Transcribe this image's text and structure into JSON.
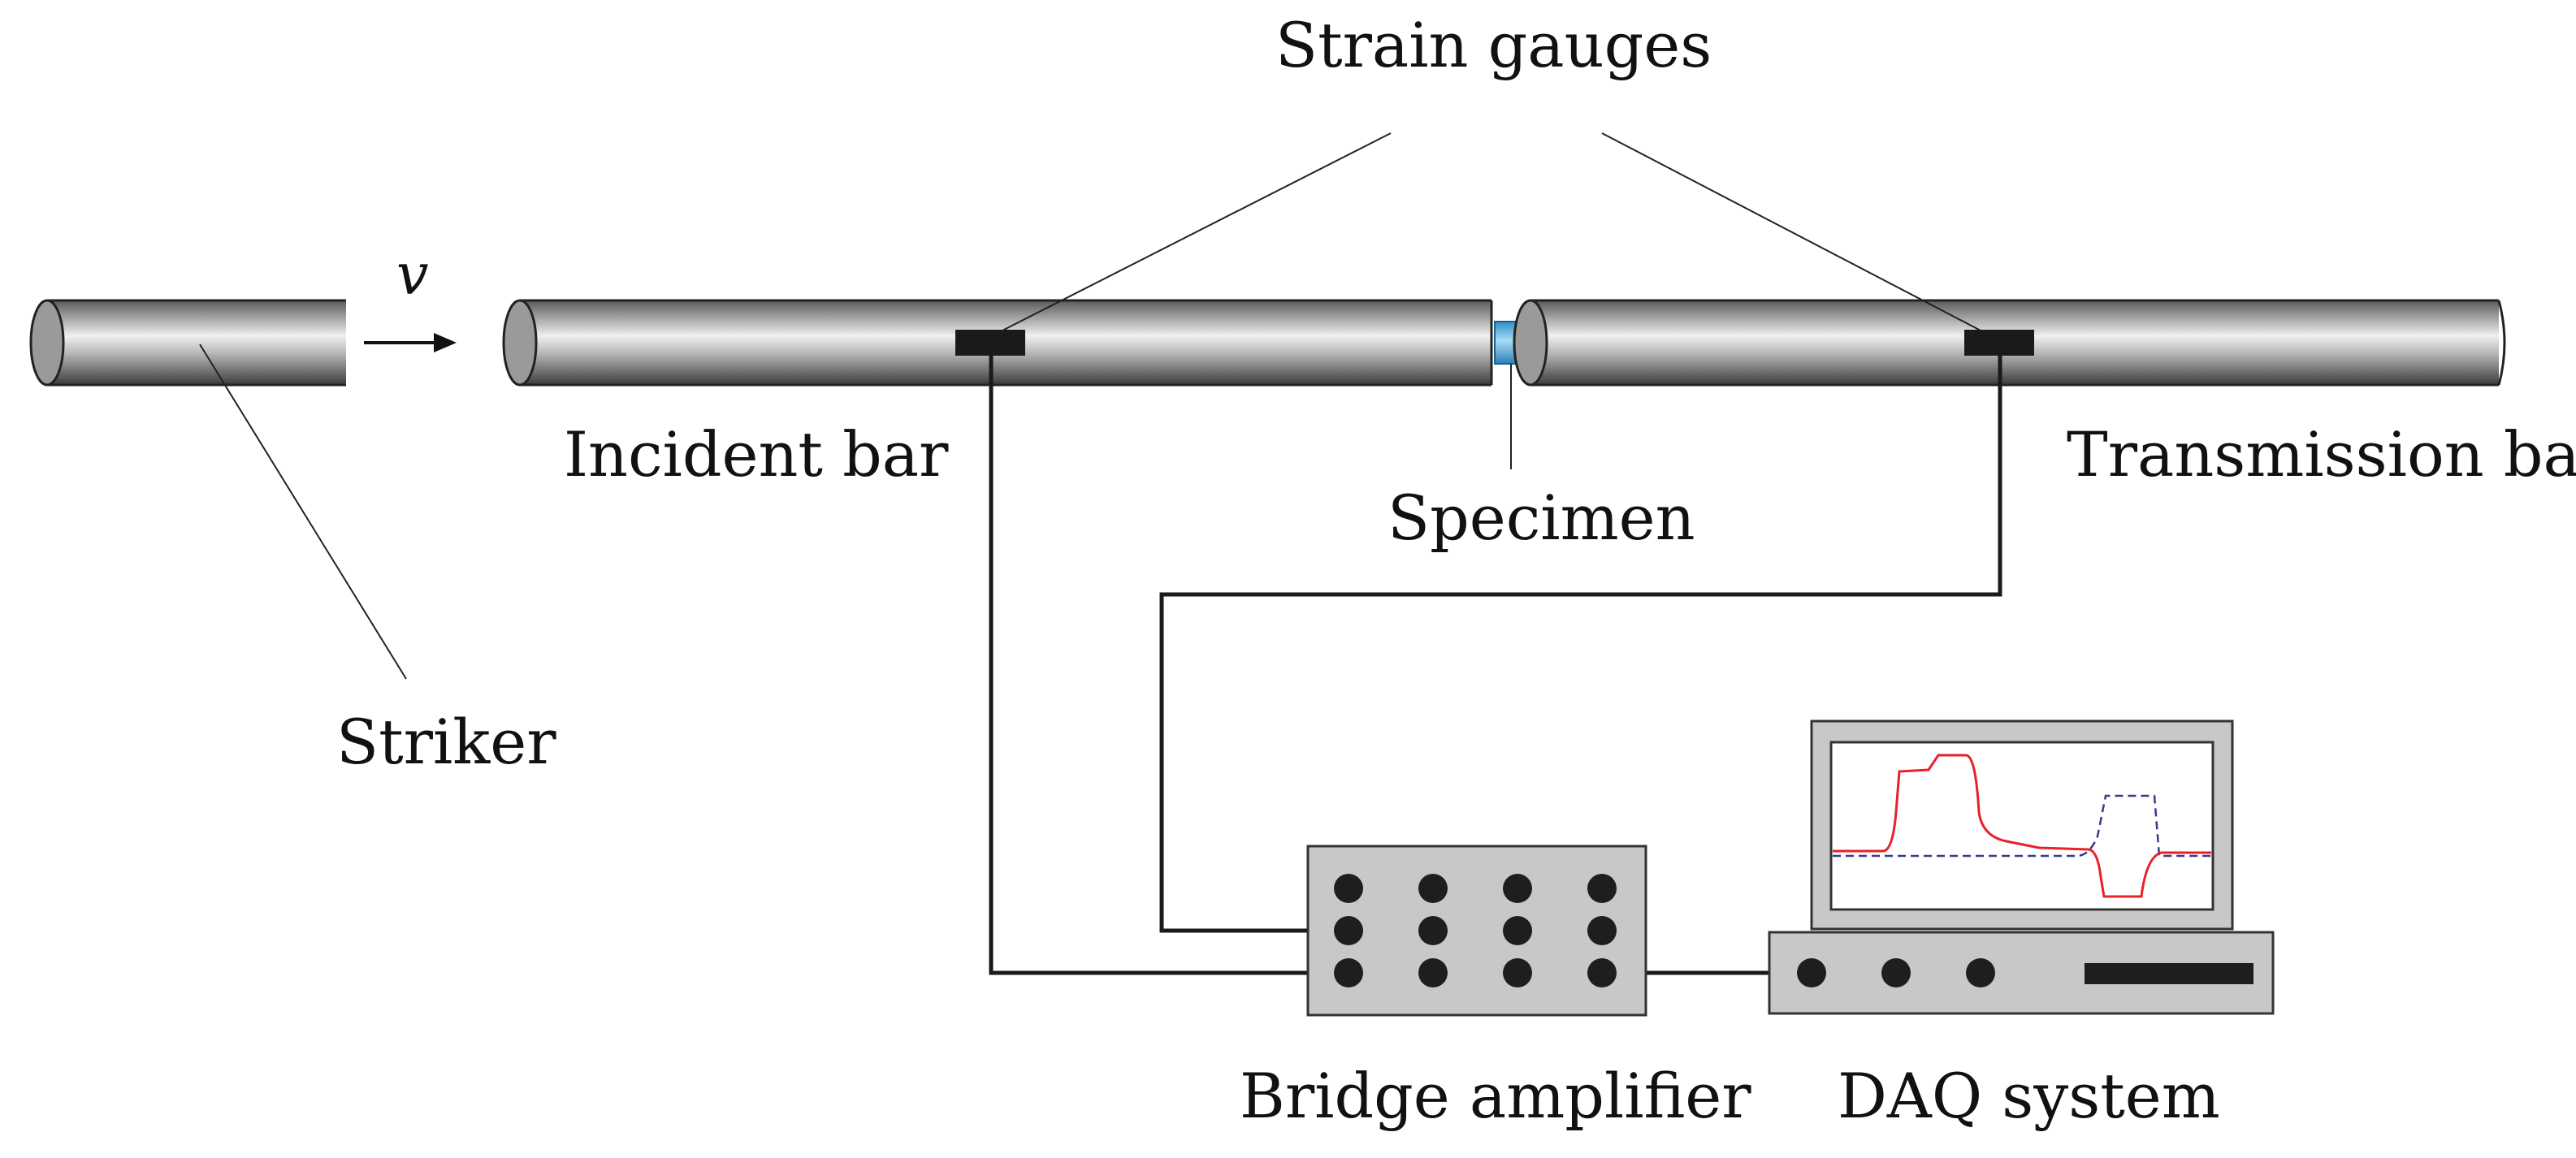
{
  "labels": {
    "velocity": "v",
    "striker": "Striker",
    "incident_bar": "Incident bar",
    "transmission_bar": "Transmission bar",
    "specimen": "Specimen",
    "strain_gauges": "Strain gauges",
    "bridge_amplifier": "Bridge amplifier",
    "daq_system": "DAQ system"
  },
  "colors": {
    "bar_dark": "#4a4a4a",
    "bar_light": "#f2f2f2",
    "specimen": "#5bb8e8",
    "device_fill": "#c8c8c8",
    "knob": "#1e1e1e",
    "wire": "#1a1a1a",
    "signal_incident": "#e8202a",
    "signal_transmitted": "#3a3a8c"
  }
}
